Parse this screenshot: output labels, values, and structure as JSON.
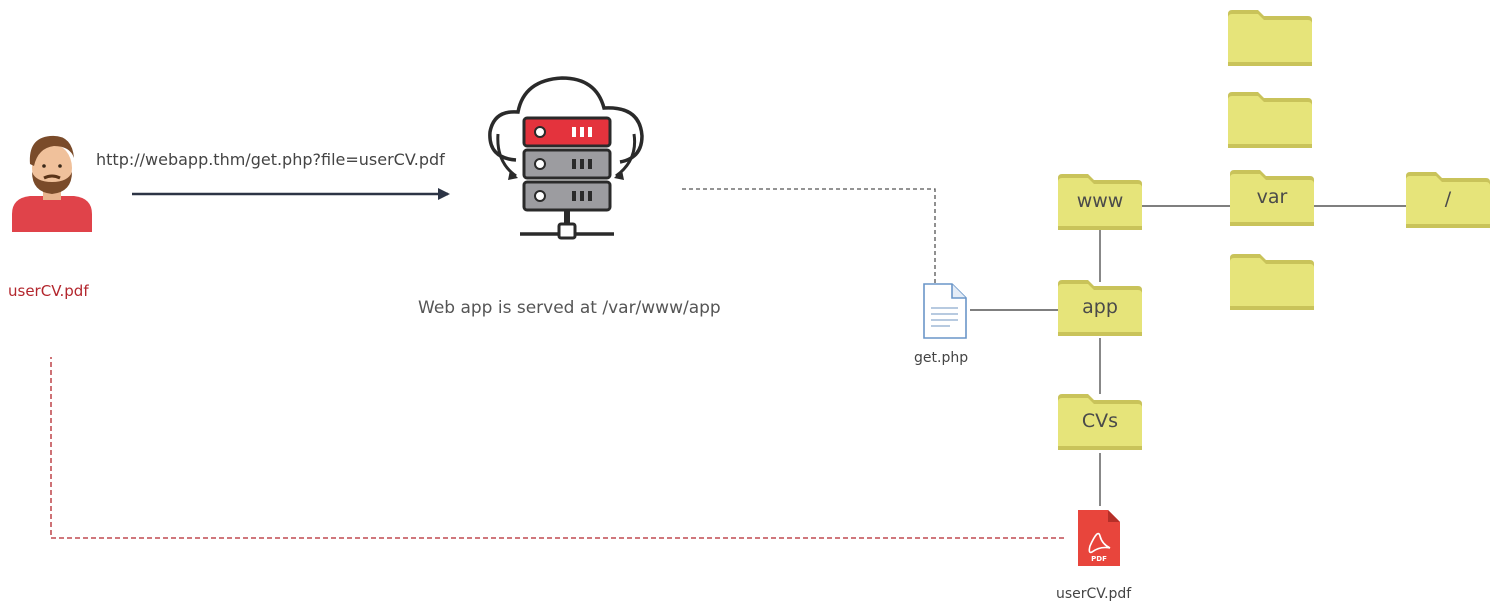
{
  "user": {
    "file_label": "userCV.pdf",
    "request_url": "http://webapp.thm/get.php?file=userCV.pdf"
  },
  "server": {
    "caption": "Web app is served at /var/www/app"
  },
  "tree": {
    "folders": {
      "www": "www",
      "var": "var",
      "root": "/",
      "app": "app",
      "cvs": "CVs"
    },
    "script_file": "get.php",
    "pdf_file": "userCV.pdf",
    "pdf_badge": "PDF"
  },
  "colors": {
    "folder": "#e6e47a",
    "folder_shadow": "#c9c35a",
    "person_shirt": "#e0434a",
    "server_accent": "#e4333d",
    "arrow": "#2c3445",
    "dashed_red": "#b3262d",
    "dashed_gray": "#555555",
    "pdf_red": "#e8453c"
  },
  "icons": [
    "user-avatar-icon",
    "cloud-server-icon",
    "folder-icon",
    "php-file-icon",
    "pdf-file-icon"
  ]
}
